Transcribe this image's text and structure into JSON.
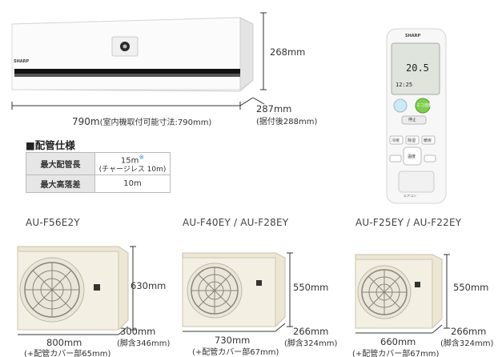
{
  "indoor": {
    "brand": "SHARP",
    "height_dim": "268mm",
    "width_dim": "790m",
    "width_note": "(室内機取付可能寸法:790mm)",
    "depth_dim": "287mm",
    "depth_note": "(据付後288mm)"
  },
  "remote": {
    "brand": "SHARP",
    "display_temp": "20.5",
    "display_time": "12:25",
    "btn_eco": "エコ自動",
    "btn_stop": "停止",
    "btn_cool": "冷房",
    "btn_dry": "除湿",
    "btn_heat": "暖房",
    "btn_temp": "温度",
    "bottom_label": "エアコン"
  },
  "spec": {
    "title": "■配管仕様",
    "rows": [
      {
        "label": "最大配管長",
        "value": "15m",
        "note": "※",
        "sub": "(チャージレス 10m)"
      },
      {
        "label": "最大高落差",
        "value": "10m"
      }
    ]
  },
  "outdoor": [
    {
      "model": "AU-F56E2Y",
      "height": "630mm",
      "width": "800mm",
      "width_note": "(+配管カバー部65mm)",
      "depth": "300mm",
      "depth_note": "(脚含346mm)"
    },
    {
      "model": "AU-F40EY / AU-F28EY",
      "height": "550mm",
      "width": "730mm",
      "width_note": "(+配管カバー部67mm)",
      "depth": "266mm",
      "depth_note": "(脚含324mm)"
    },
    {
      "model": "AU-F25EY / AU-F22EY",
      "height": "550mm",
      "width": "660mm",
      "width_note": "(+配管カバー部67mm)",
      "depth": "266mm",
      "depth_note": "(脚含324mm)"
    }
  ]
}
